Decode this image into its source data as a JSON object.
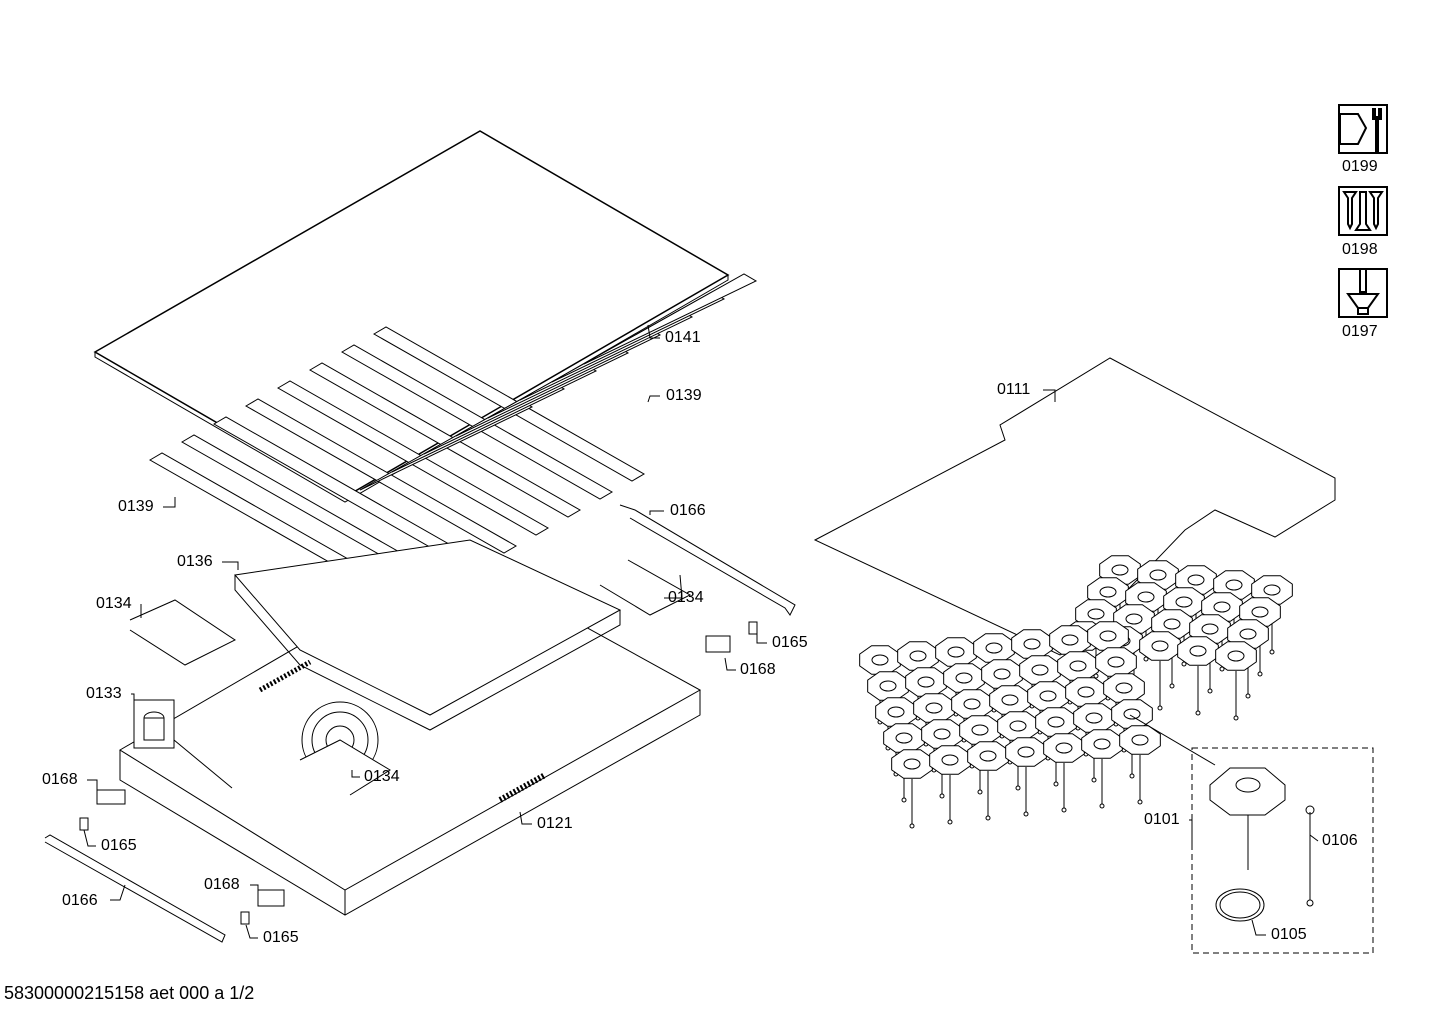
{
  "footer": "58300000215158 aet 000 a 1/2",
  "tool_icons": [
    {
      "icon": "nut-wrench-icon",
      "label": "0199"
    },
    {
      "icon": "screws-icon",
      "label": "0198"
    },
    {
      "icon": "screwdriver-countersink-icon",
      "label": "0197"
    }
  ],
  "part_labels": {
    "p0141": "0141",
    "p0139a": "0139",
    "p0139b": "0139",
    "p0166a": "0166",
    "p0136": "0136",
    "p0134a": "0134",
    "p0134b": "0134",
    "p0165a": "0165",
    "p0168a": "0168",
    "p0133": "0133",
    "p0134c": "0134",
    "p0121": "0121",
    "p0168b": "0168",
    "p0165b": "0165",
    "p0166b": "0166",
    "p0168c": "0168",
    "p0165c": "0165",
    "p0111": "0111",
    "p0101": "0101",
    "p0106": "0106",
    "p0105": "0105"
  }
}
